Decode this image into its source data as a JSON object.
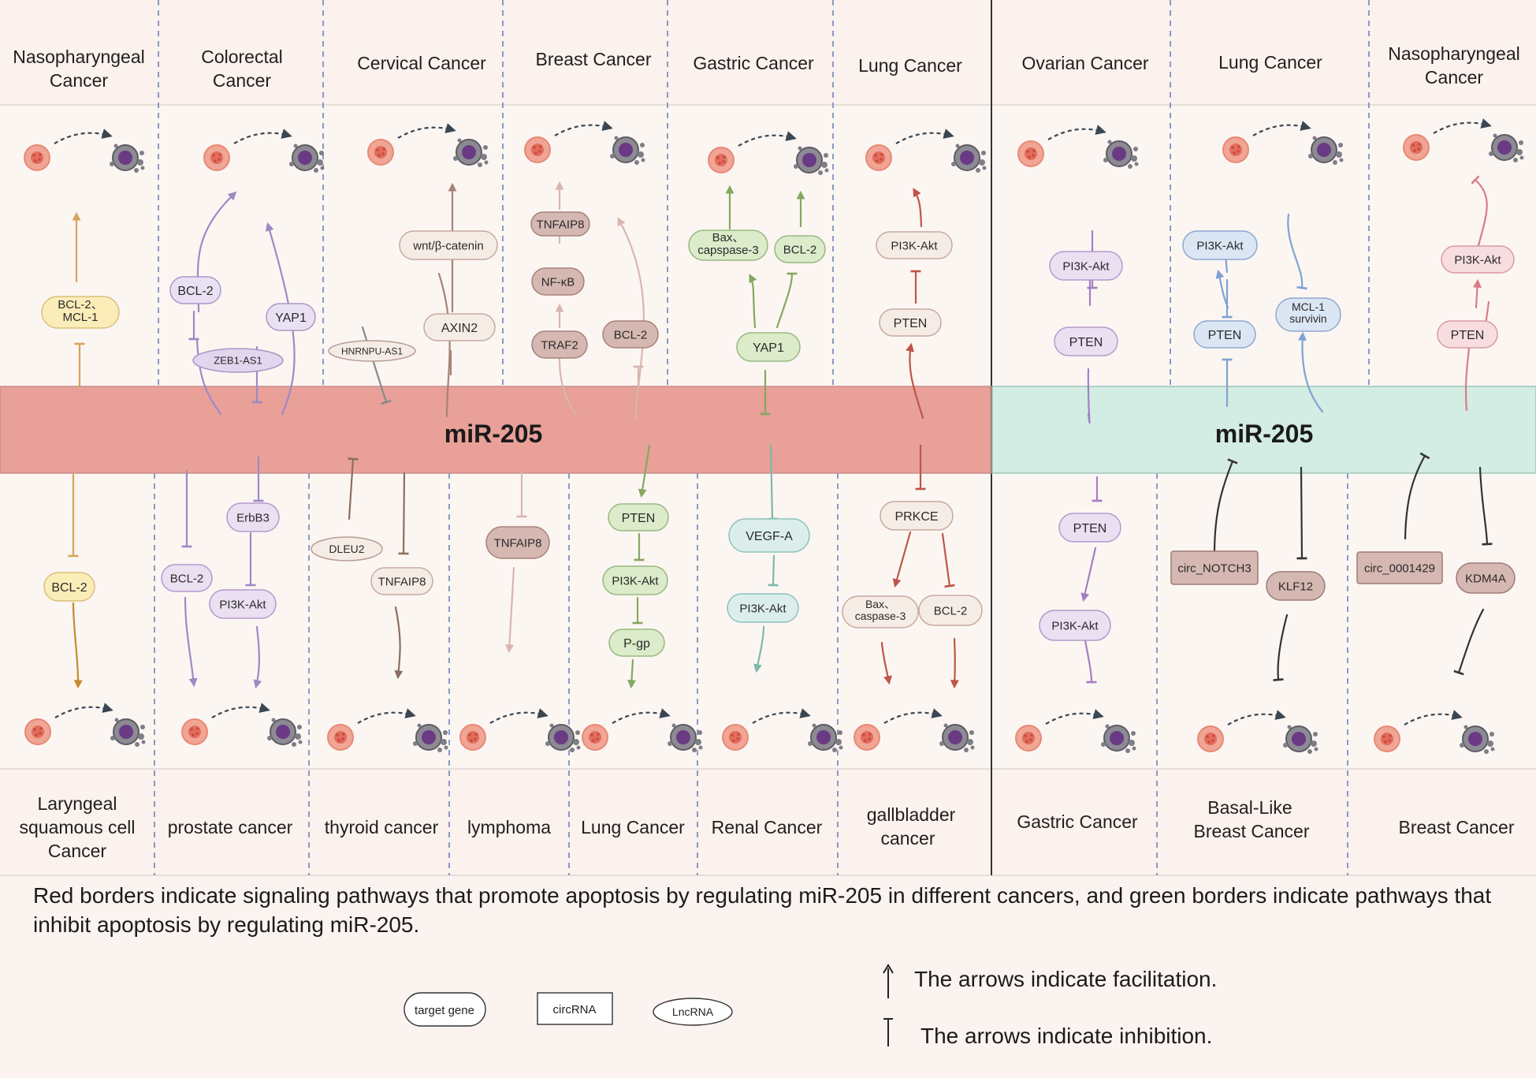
{
  "colors": {
    "red_band": "#e8a099",
    "green_band": "#d3ece4",
    "background": "#fbf3f0",
    "panel": "#fcf6f3"
  },
  "band": {
    "left_label": "miR-205",
    "right_label": "miR-205"
  },
  "top_headers": [
    "Nasopharyngeal Cancer",
    "Colorectal Cancer",
    "Cervical Cancer",
    "Breast Cancer",
    "Gastric Cancer",
    "Lung Cancer",
    "Ovarian Cancer",
    "Lung Cancer",
    "Nasopharyngeal Cancer"
  ],
  "bottom_headers": [
    "Laryngeal squamous cell Cancer",
    "prostate cancer",
    "thyroid cancer",
    "lymphoma",
    "Lung Cancer",
    "Renal Cancer",
    "gallbladder cancer",
    "Gastric Cancer",
    "Basal-Like Breast Cancer",
    "Breast Cancer"
  ],
  "nodes": {
    "t1_bcl2_mcl1": "BCL-2、MCL-1",
    "t2_bcl2": "BCL-2",
    "t2_zeb1": "ZEB1-AS1",
    "t2_yap1": "YAP1",
    "t3_wnt": "wnt/β-catenin",
    "t3_axin2": "AXIN2",
    "t3_hnrnpu": "HNRNPU-AS1",
    "t4_tnfaip8": "TNFAIP8",
    "t4_nfkb": "NF-κB",
    "t4_traf2": "TRAF2",
    "t4_bcl2": "BCL-2",
    "t5_bax": "Bax、capspase-3",
    "t5_bcl2": "BCL-2",
    "t5_yap1": "YAP1",
    "t6_pi3k": "PI3K-Akt",
    "t6_pten": "PTEN",
    "t7_pi3k": "PI3K-Akt",
    "t7_pten": "PTEN",
    "t8_pi3k": "PI3K-Akt",
    "t8_pten": "PTEN",
    "t8_mcl1": "MCL-1 survivin",
    "t9_pi3k": "PI3K-Akt",
    "t9_pten": "PTEN",
    "b1_bcl2": "BCL-2",
    "b2_bcl2": "BCL-2",
    "b2_erbb3": "ErbB3",
    "b2_pi3k": "PI3K-Akt",
    "b3_dleu2": "DLEU2",
    "b3_tnfaip8": "TNFAIP8",
    "b4_tnfaip8": "TNFAIP8",
    "b5_pten": "PTEN",
    "b5_pi3k": "PI3K-Akt",
    "b5_pgp": "P-gp",
    "b6_vegfa": "VEGF-A",
    "b6_pi3k": "PI3K-Akt",
    "b7_prkce": "PRKCE",
    "b7_bax": "Bax、caspase-3",
    "b7_bcl2": "BCL-2",
    "b8_pten": "PTEN",
    "b8_pi3k": "PI3K-Akt",
    "b9_circ": "circ_NOTCH3",
    "b9_klf12": "KLF12",
    "b10_circ": "circ_0001429",
    "b10_kdm4a": "KDM4A"
  },
  "caption": "Red borders indicate signaling pathways that promote apoptosis by regulating miR-205 in different cancers, and green borders indicate pathways that inhibit apoptosis by regulating miR-205.",
  "legend": {
    "target_gene": "target gene",
    "circrna": "circRNA",
    "lncrna": "LncRNA",
    "facilitation": "The arrows indicate facilitation.",
    "inhibition": "The arrows indicate inhibition."
  }
}
